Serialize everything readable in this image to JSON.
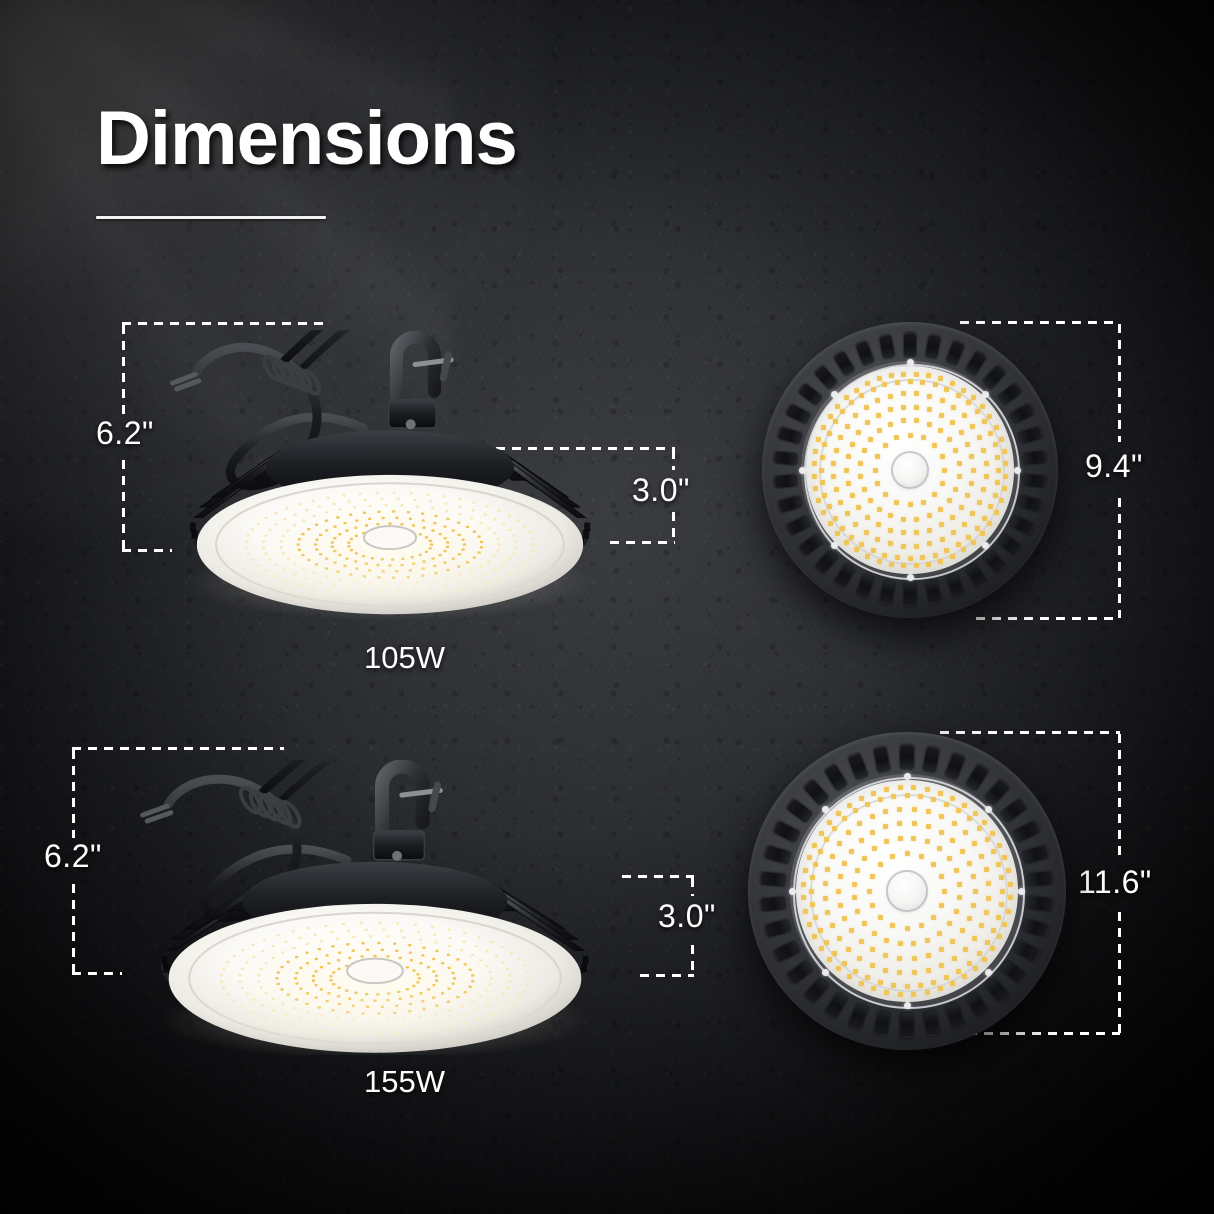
{
  "page": {
    "title": "Dimensions",
    "background_color": "#15161a",
    "text_color": "#ffffff"
  },
  "products": [
    {
      "id": "105w",
      "watt_label": "105W",
      "side_view": {
        "height_label": "6.2\"",
        "depth_label": "3.0\""
      },
      "bottom_view": {
        "diameter_label": "9.4\""
      }
    },
    {
      "id": "155w",
      "watt_label": "155W",
      "side_view": {
        "height_label": "6.2\"",
        "depth_label": "3.0\""
      },
      "bottom_view": {
        "diameter_label": "11.6\""
      }
    }
  ],
  "colors": {
    "accent_led": "#f0c659",
    "guide_line": "#ffffff",
    "diffuser": "#f6f5f1",
    "housing": "#2a2c30"
  }
}
